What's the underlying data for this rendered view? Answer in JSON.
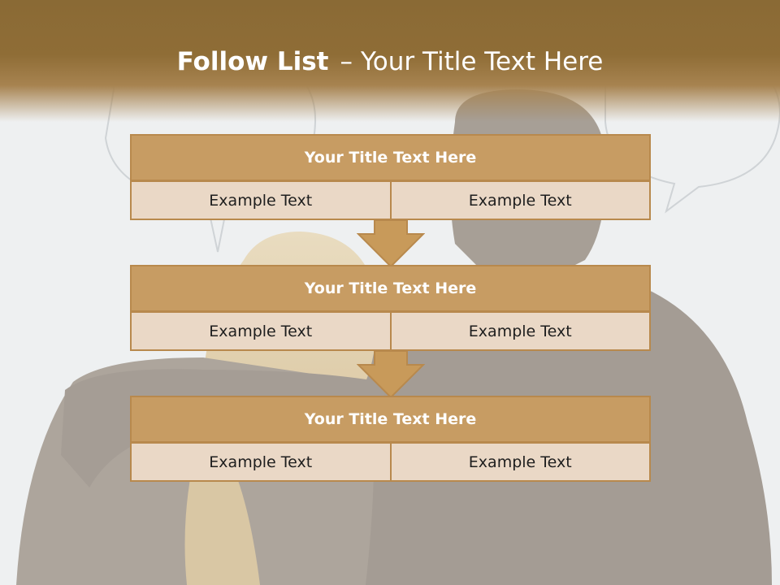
{
  "slide": {
    "title_bold": "Follow List",
    "title_sep": "–",
    "title_rest": "Your Title Text Here"
  },
  "blocks": [
    {
      "title": "Your Title Text Here",
      "left": "Example Text",
      "right": "Example Text"
    },
    {
      "title": "Your Title Text Here",
      "left": "Example Text",
      "right": "Example Text"
    },
    {
      "title": "Your Title Text Here",
      "left": "Example Text",
      "right": "Example Text"
    }
  ],
  "colors": {
    "header": "#8a6a35",
    "block_title": "#c79c63",
    "block_cell": "#ead8c6",
    "border": "#b8894d",
    "arrow": "#c89a5a"
  }
}
